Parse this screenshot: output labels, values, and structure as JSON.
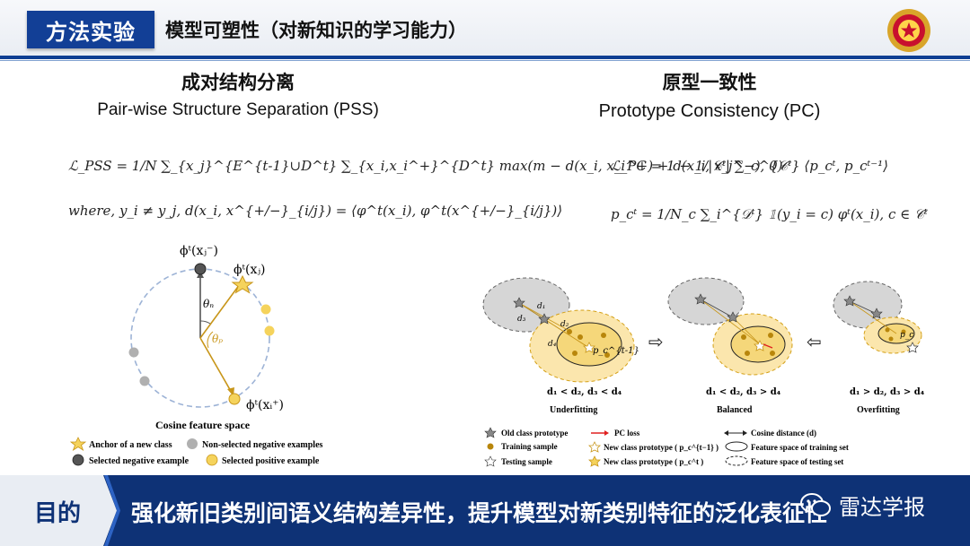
{
  "header": {
    "tag": "方法实验",
    "title": "模型可塑性（对新知识的学习能力）"
  },
  "left": {
    "title_cn": "成对结构分离",
    "title_en": "Pair-wise Structure Separation (PSS)",
    "formula_main": "ℒ_PSS = 1/N ∑_{x_j}^{E^{t-1}∪D^t} ∑_{x_i,x_i^+}^{D^t} max(m − d(x_i, x_i^+) + d(x_i, x_j^−), 0)",
    "formula_where": "where, y_i ≠ y_j,  d(x_i, x^{+/−}_{i/j}) = ⟨φ^t(x_i), φ^t(x^{+/−}_{i/j})⟩",
    "diagram": {
      "label_neg": "ϕᵗ(xⱼ⁻)",
      "label_anchor": "ϕᵗ(xⱼ)",
      "label_pos": "ϕᵗ(xᵢ⁺)",
      "theta_n": "θₙ",
      "theta_p": "θₚ",
      "caption": "Cosine feature space"
    },
    "legend": {
      "anchor": "Anchor of a new class",
      "non_selected": "Non-selected negative examples",
      "selected_neg": "Selected negative example",
      "selected_pos": "Selected positive example"
    }
  },
  "right": {
    "title_cn": "原型一致性",
    "title_en": "Prototype Consistency (PC)",
    "formula_1": "ℒ_PC = 1 − 1/|𝒞ᵗ| ∑_c^{𝒞ᵗ} ⟨p_cᵗ, p_cᵗ⁻¹⟩",
    "formula_2": "p_cᵗ = 1/N_c ∑_i^{𝒟ᵗ} 𝟙(y_i = c) φᵗ(x_i), c ∈ 𝒞ᵗ",
    "panels": [
      {
        "cond": "d₁ < d₂, d₃ < d₄",
        "name": "Underfitting"
      },
      {
        "cond": "d₁ < d₂, d₃ > d₄",
        "name": "Balanced"
      },
      {
        "cond": "d₁ > d₂, d₃ > d₄",
        "name": "Overfitting"
      }
    ],
    "d_labels": {
      "d1": "d₁",
      "d2": "d₂",
      "d3": "d₃",
      "d4": "d₄"
    },
    "proto_label": "p_c^{t-1}",
    "proto_label_short": "p_c",
    "arrow_right": "⇨",
    "arrow_left": "⇦",
    "legend": {
      "old_proto": "Old class prototype",
      "training": "Training sample",
      "testing": "Testing sample",
      "pc_loss": "PC loss",
      "new_proto_prev": "New class prototype ( p_c^{t−1} )",
      "new_proto_cur": "New class prototype ( p_c^t )",
      "cos_dist": "Cosine distance (d)",
      "feat_train": "Feature space of training set",
      "feat_test": "Feature space of testing set"
    }
  },
  "footer": {
    "tag": "目的",
    "text": "强化新旧类别间语义结构差异性，提升模型对新类别特征的泛化表征性",
    "watermark": "雷达学报"
  },
  "colors": {
    "primary": "#0e3f93",
    "footer_bg": "#0e3276",
    "gold": "#d4a017",
    "yellow_fill": "#f5d77a",
    "gray_ellipse": "#d3d3d3"
  }
}
